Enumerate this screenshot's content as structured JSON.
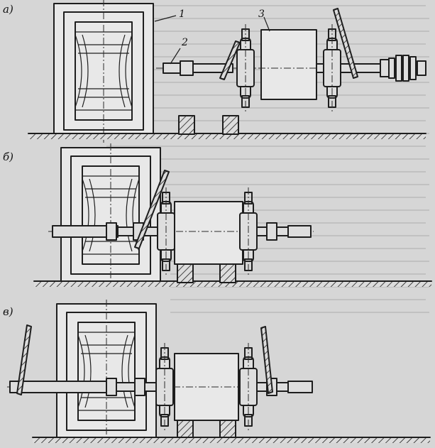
{
  "figure": {
    "panels": [
      {
        "id": "a",
        "label": "а)"
      },
      {
        "id": "b",
        "label": "б)"
      },
      {
        "id": "c",
        "label": "в)"
      }
    ],
    "callouts": [
      "1",
      "2",
      "3"
    ]
  }
}
